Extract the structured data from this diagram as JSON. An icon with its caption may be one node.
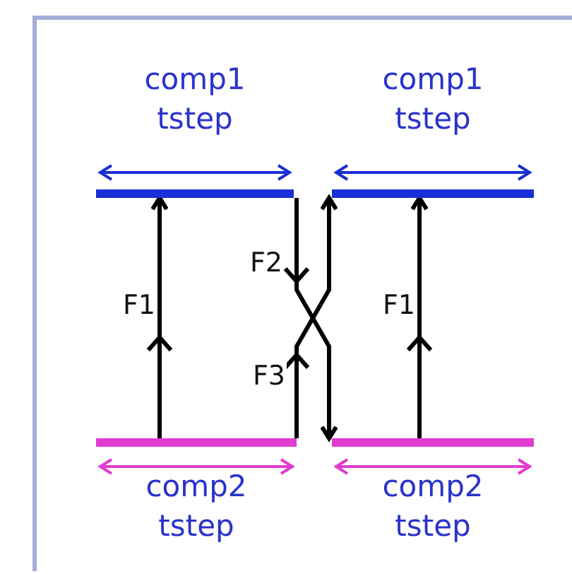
{
  "diagram": {
    "nodes": [
      {
        "text": [],
        "shape": "bar",
        "beside": [
          "comp1 tstep"
        ]
      },
      {
        "text": [],
        "shape": "bar",
        "beside": [
          "comp1 tstep"
        ]
      },
      {
        "text": [],
        "shape": "bar",
        "beside": [
          "comp2 tstep"
        ]
      },
      {
        "text": [],
        "shape": "bar",
        "beside": [
          "comp2 tstep"
        ]
      }
    ],
    "edges": [
      {
        "from": 2,
        "to": 0,
        "arrow": "to",
        "label": "F1"
      },
      {
        "from": 3,
        "to": 1,
        "arrow": "to",
        "label": "F1"
      },
      {
        "from": 0,
        "to": 3,
        "arrow": "to",
        "label": "F2"
      },
      {
        "from": 2,
        "to": 1,
        "arrow": "to",
        "label": "F3"
      }
    ]
  }
}
